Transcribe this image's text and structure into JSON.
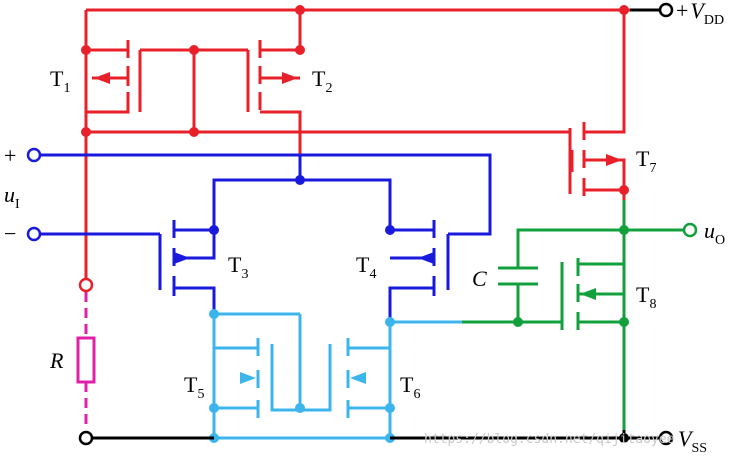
{
  "colors": {
    "red": "#e8202a",
    "blue": "#1a1adc",
    "green": "#12a03c",
    "cyan": "#3cb4ec",
    "magenta": "#e020a8",
    "black": "#000000"
  },
  "labels": {
    "t1": {
      "main": "T",
      "sub": "1"
    },
    "t2": {
      "main": "T",
      "sub": "2"
    },
    "t3": {
      "main": "T",
      "sub": "3"
    },
    "t4": {
      "main": "T",
      "sub": "4"
    },
    "t5": {
      "main": "T",
      "sub": "5"
    },
    "t6": {
      "main": "T",
      "sub": "6"
    },
    "t7": {
      "main": "T",
      "sub": "7"
    },
    "t8": {
      "main": "T",
      "sub": "8"
    },
    "vdd": {
      "prefix": "+",
      "main": "V",
      "sub": "DD"
    },
    "vss": {
      "main": "V",
      "sub": "SS"
    },
    "ui": {
      "main": "u",
      "sub": "I"
    },
    "uo": {
      "main": "u",
      "sub": "O"
    },
    "plus": "+",
    "minus": "−",
    "resistor": "R",
    "capacitor": "C"
  },
  "watermark": "https://blog.csdn.net/qijitaoyee"
}
